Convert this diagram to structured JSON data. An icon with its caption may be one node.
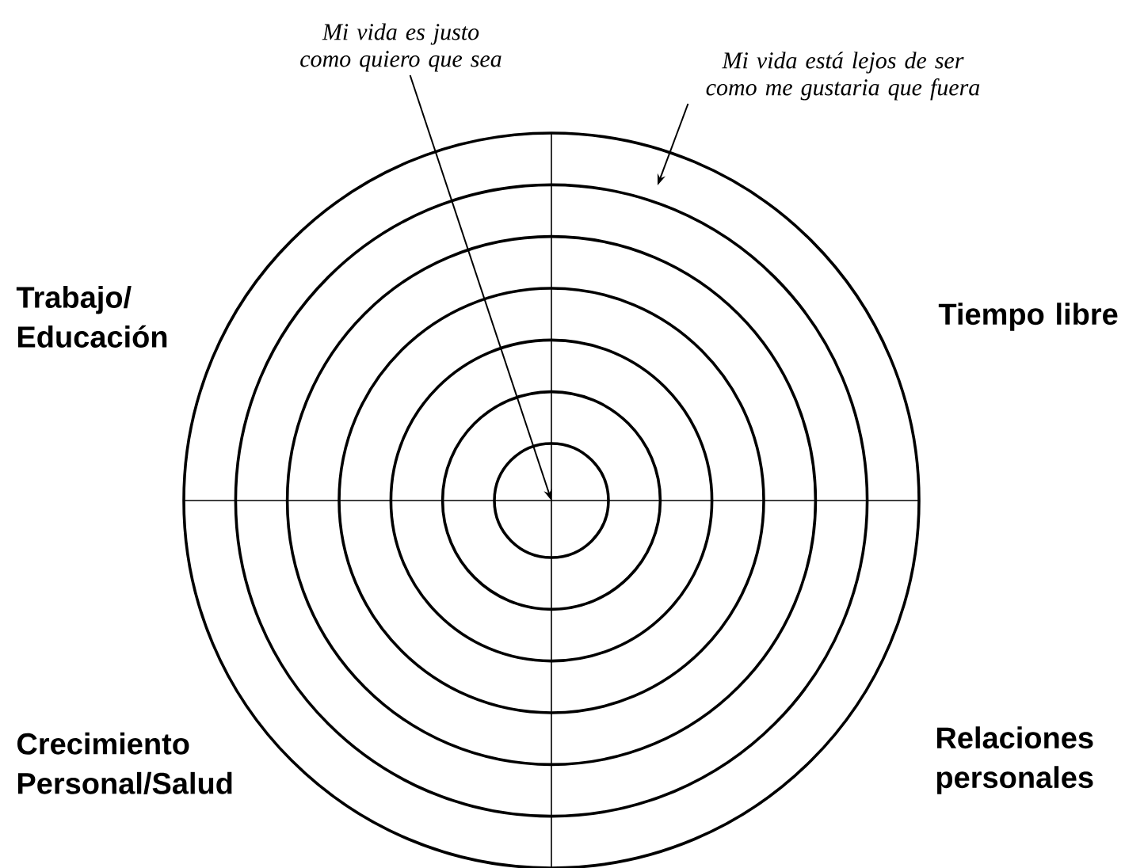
{
  "diagram": {
    "nodes": [
      {
        "text": [
          "Mi vida es justo como quiero que sea"
        ]
      },
      {
        "text": [
          "Mi vida está lejos de ser como me gustaria que fuera"
        ]
      }
    ],
    "edges": [
      {
        "from": 0,
        "to": null,
        "arrow": "to"
      },
      {
        "from": 1,
        "to": null,
        "arrow": "to"
      }
    ],
    "labels": [
      "Trabajo/ Educación",
      "Tiempo libre",
      "Crecimiento Personal/Salud",
      "Relaciones personales"
    ]
  }
}
